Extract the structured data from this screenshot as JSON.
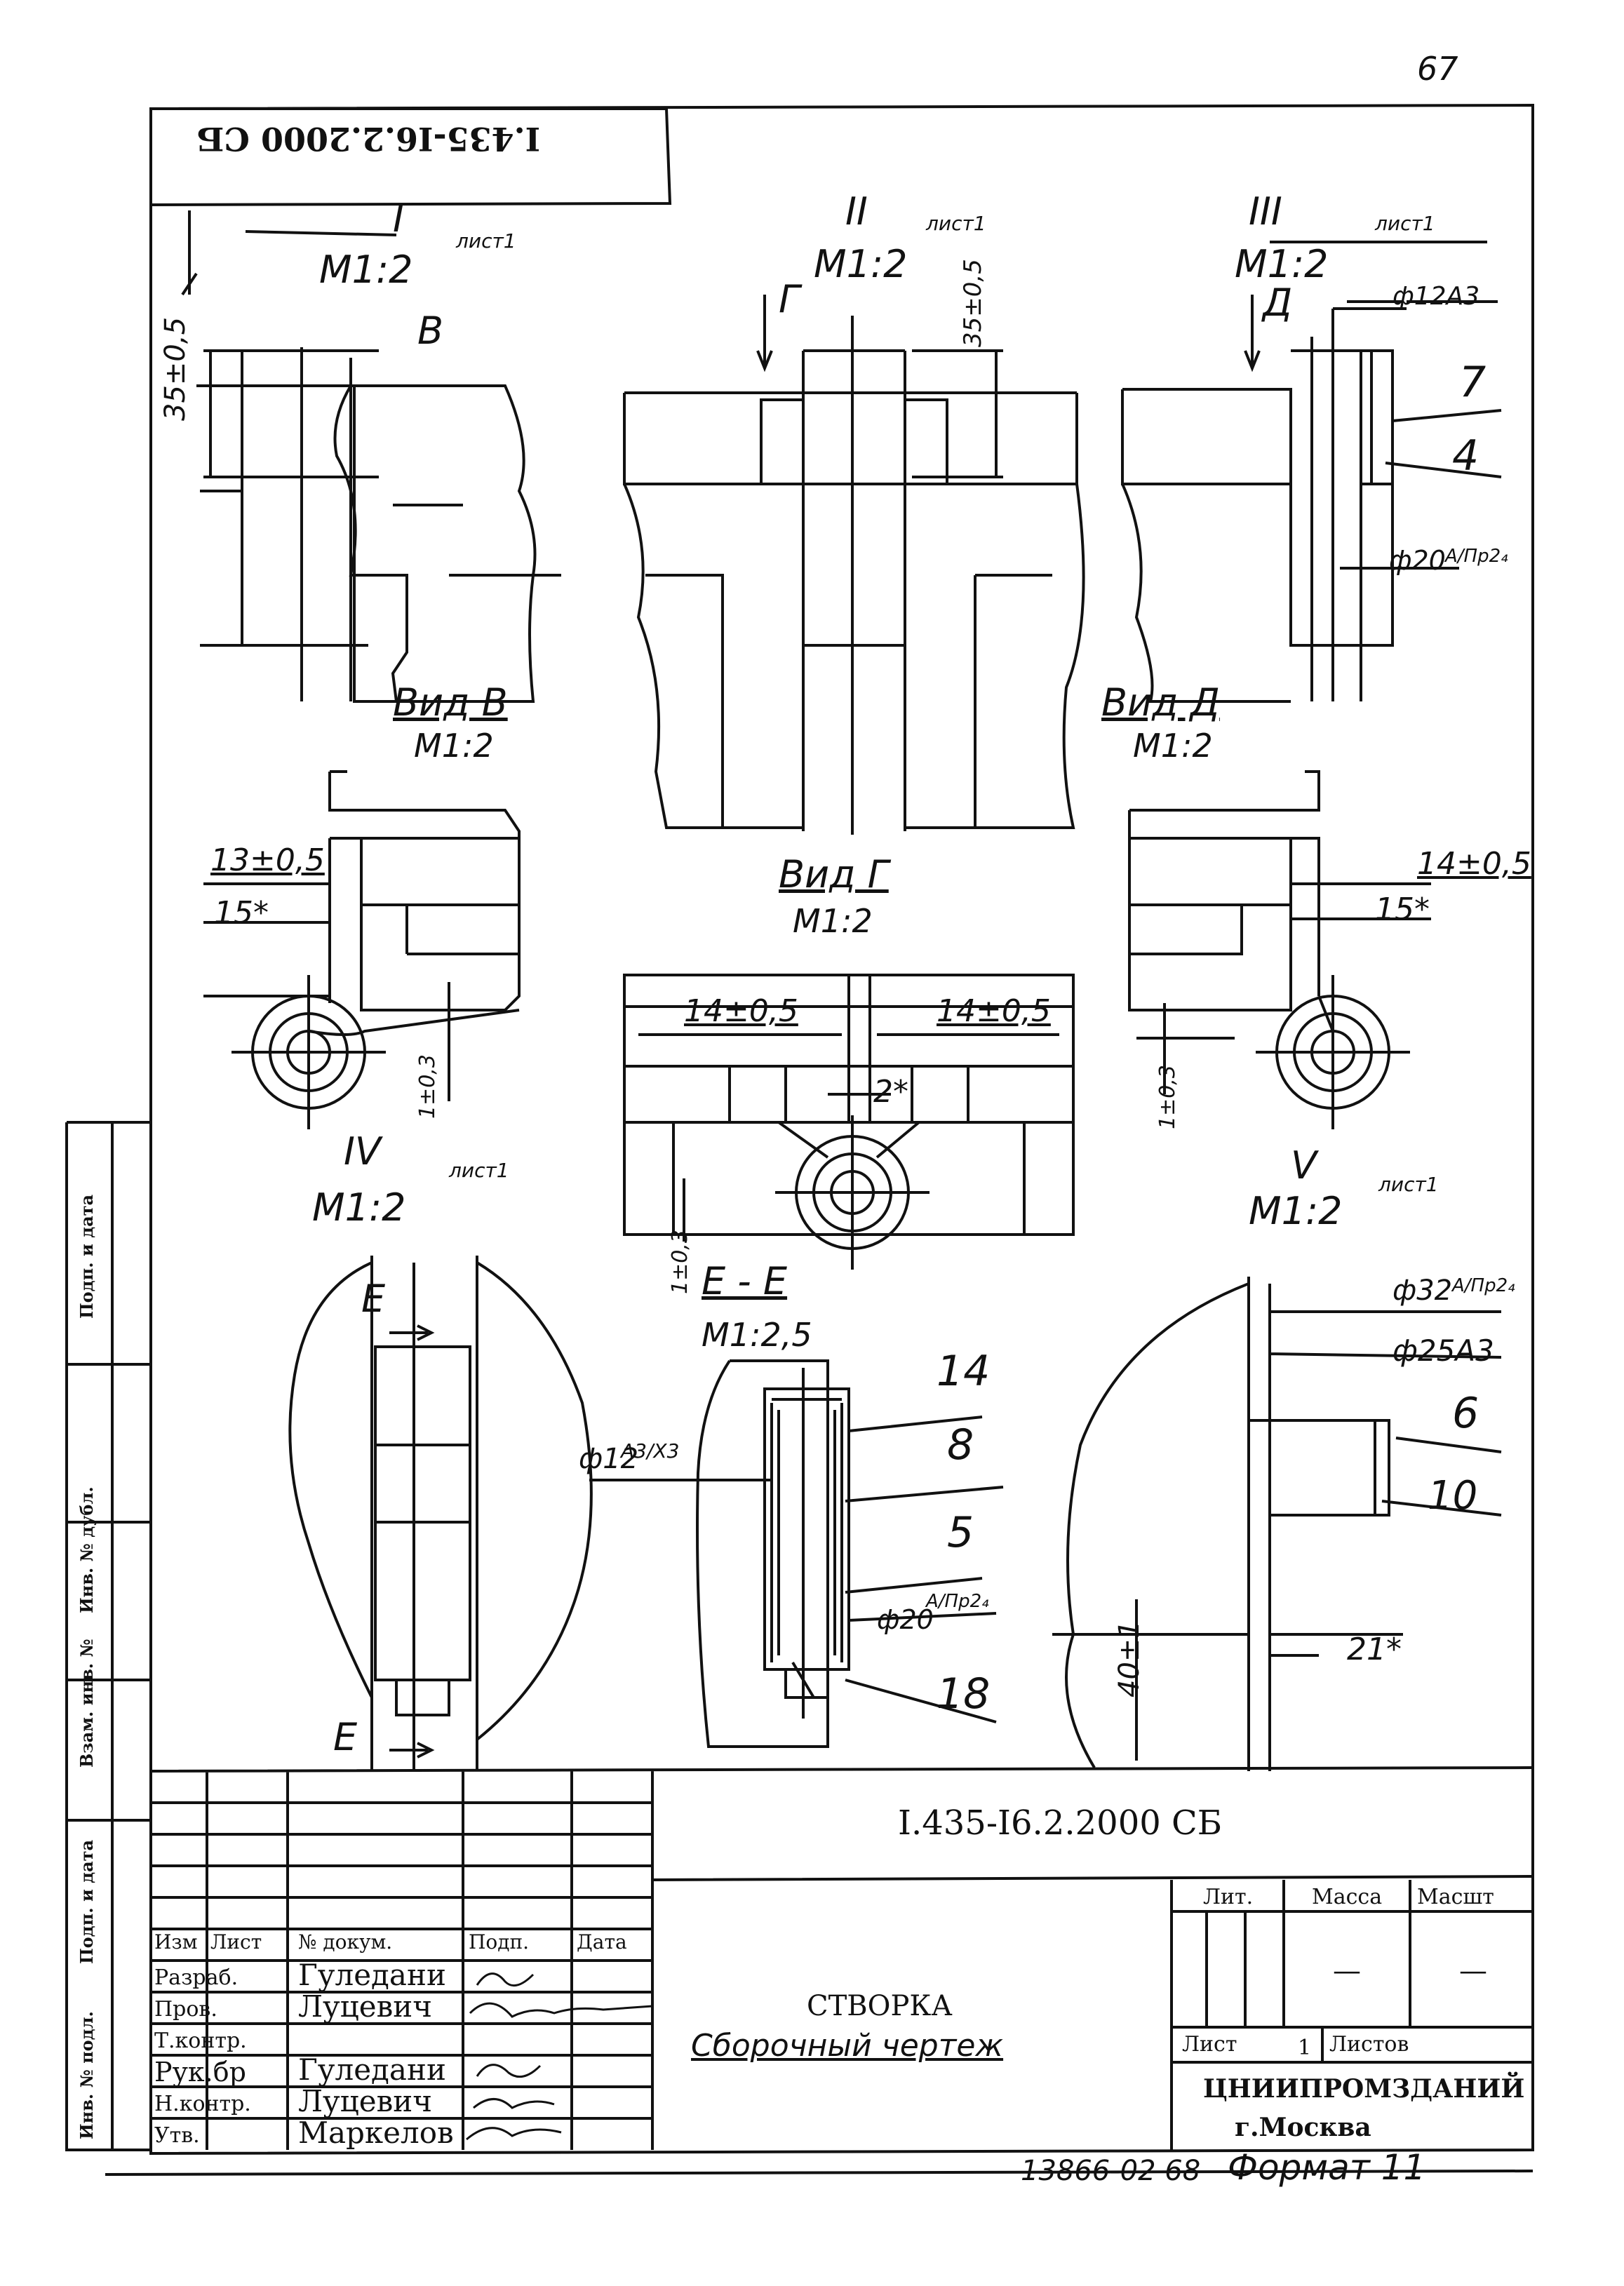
{
  "page_number": "67",
  "top_code": "I.435-I6.2.2000 СБ",
  "views": {
    "v1": {
      "roman": "I",
      "scale": "M1:2",
      "sheet": "лист1"
    },
    "v2": {
      "roman": "II",
      "scale": "M1:2",
      "sheet": "лист1"
    },
    "v3": {
      "roman": "III",
      "scale": "M1:2",
      "sheet": "лист1"
    },
    "v4": {
      "roman": "IV",
      "scale": "M1:2",
      "sheet": "лист1"
    },
    "v5": {
      "roman": "V",
      "scale": "M1:2",
      "sheet": "лист1"
    },
    "vid_b": {
      "title": "Вид В",
      "scale": "M1:2"
    },
    "vid_d": {
      "title": "Вид Д",
      "scale": "M1:2"
    },
    "vid_g": {
      "title": "Вид Г",
      "scale": "M1:2"
    },
    "section_e": {
      "title": "Е - Е",
      "scale": "M1:2,5"
    }
  },
  "arrows": {
    "b": "В",
    "g": "Г",
    "d": "Д",
    "e": "Е"
  },
  "dims": {
    "d35a": "35±0,5",
    "d35b": "35±0,5",
    "d13": "13±0,5",
    "d15a": "15*",
    "d14a": "14±0,5",
    "d14b": "14±0,5",
    "d14c": "14±0,5",
    "d15b": "15*",
    "d2": "2*",
    "d1a": "1±0,3",
    "d1b": "1±0,3",
    "d1c": "1±0,3",
    "d40": "40±1",
    "d21": "21*",
    "fit_12a3": "ф12А3",
    "fit_20a": "ф20",
    "fit_20a_frac": "А/Пр2₄",
    "fit_32": "ф32",
    "fit_32_frac": "А/Пр2₄",
    "fit_25": "ф25А3",
    "fit_12_sec": "ф12",
    "fit_12_sec_frac": "А3/Х3",
    "fit_20_sec": "ф20",
    "fit_20_sec_frac": "А/Пр2₄"
  },
  "callouts": [
    "7",
    "4",
    "14",
    "8",
    "5",
    "18",
    "6",
    "10"
  ],
  "side_stamp": [
    "Инв. № подл.",
    "Подп. и дата",
    "Взам. инв. №",
    "Инв. № дубл.",
    "Подп. и дата"
  ],
  "title_block": {
    "code": "I.435-I6.2.2000 СБ",
    "headers": {
      "izm": "Изм",
      "list": "Лист",
      "doc": "№ докум.",
      "sign": "Подп.",
      "date": "Дата"
    },
    "rows": [
      {
        "role": "Разраб.",
        "name": "Гуледани"
      },
      {
        "role": "Пров.",
        "name": "Луцевич"
      },
      {
        "role": "Т.контр.",
        "name": ""
      },
      {
        "role": "Рук.бр",
        "name": "Гуледани"
      },
      {
        "role": "Н.контр.",
        "name": "Луцевич"
      },
      {
        "role": "Утв.",
        "name": "Маркелов"
      }
    ],
    "title_main": "СТВОРКА",
    "title_sub": "Сборочный чертеж",
    "lit_label": "Лит.",
    "mass_label": "Масса",
    "scale_label": "Масшт",
    "mass_value": "—",
    "scale_value": "—",
    "sheet_label": "Лист",
    "sheet_value": "1",
    "sheets_label": "Листов",
    "org": "ЦНИИПРОМЗДАНИЙ",
    "city": "г.Москва",
    "footer_num": "13866-02 68",
    "format": "Формат 11"
  }
}
